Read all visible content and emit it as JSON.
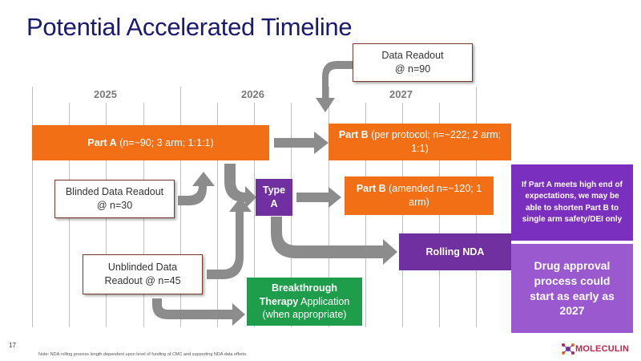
{
  "title": "Potential Accelerated Timeline",
  "years": [
    "2025",
    "2026",
    "2027"
  ],
  "callouts": {
    "data_readout_90": "Data Readout\n@ n=90",
    "blinded_readout": "Blinded Data Readout\n@ n=30",
    "unblinded_readout": "Unblinded Data\nReadout @ n=45"
  },
  "bars": {
    "part_a": {
      "bold": "Part A",
      "rest": " (n=~90; 3 arm; 1:1:1)"
    },
    "part_b_protocol": {
      "bold": "Part B",
      "rest": " (per protocol; n=~222; 2 arm; 1:1)"
    },
    "type_a": "Type\nA",
    "part_b_amended": {
      "bold": "Part B",
      "rest": " (amended n=~120; 1 arm)"
    },
    "rolling_nda": "Rolling NDA",
    "breakthrough": {
      "bold": "Breakthrough Therapy",
      "rest": " Application (when appropriate)"
    },
    "if_part_a": "If Part A meets high end of expectations, we may be able to shorten Part B to single arm safety/DEI only",
    "drug_approval": "Drug approval process could start as early as 2027"
  },
  "colors": {
    "title": "#1a1a6e",
    "orange": "#f36f16",
    "purple": "#7030a0",
    "light_purple": "#9b59d0",
    "green": "#1e9e4a",
    "arrow": "#8c8c8c"
  },
  "page_number": "17",
  "footnote": "Note: NDA rolling process length dependent upon level of funding of CMC and supporting NDA data efforts.",
  "logo": {
    "name": "MOLECULIN",
    "icon": "molecule-icon"
  }
}
